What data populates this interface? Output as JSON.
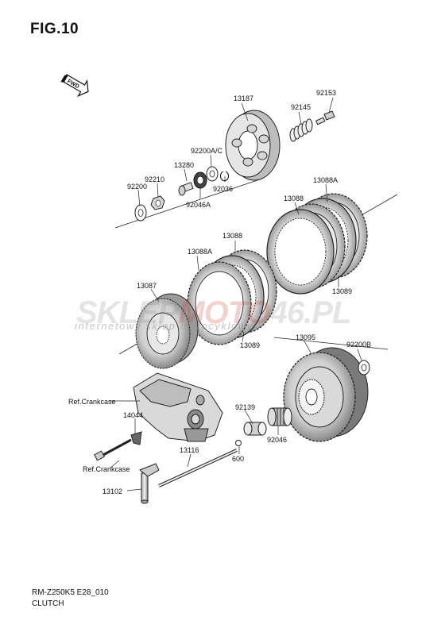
{
  "figure": {
    "title": "FIG.10",
    "model_code": "RM-Z250K5 E28_010",
    "caption": "CLUTCH",
    "fwd_label": "FWD"
  },
  "watermark": {
    "part1": "SKLEP",
    "part2": "MOTO",
    "part3": "46.PL",
    "subtitle": "internetowy sklep motocyklowy"
  },
  "labels": {
    "p13187": "13187",
    "p92153": "92153",
    "p92145": "92145",
    "p92200AC": "92200A/C",
    "p13280": "13280",
    "p92210": "92210",
    "p92200": "92200",
    "p92036": "92036",
    "p92046A": "92046A",
    "p13088A_top": "13088A",
    "p13088_top": "13088",
    "p13088_mid": "13088",
    "p13088A_mid": "13088A",
    "p13089_top": "13089",
    "p13089_mid": "13089",
    "p13087": "13087",
    "p13095": "13095",
    "p92200B": "92200B",
    "ref_crankcase_1": "Ref.Crankcase",
    "p14044": "14044",
    "p92139": "92139",
    "p92046": "92046",
    "p600": "600",
    "p13116": "13116",
    "ref_crankcase_2": "Ref.Crankcase",
    "p13102": "13102"
  }
}
